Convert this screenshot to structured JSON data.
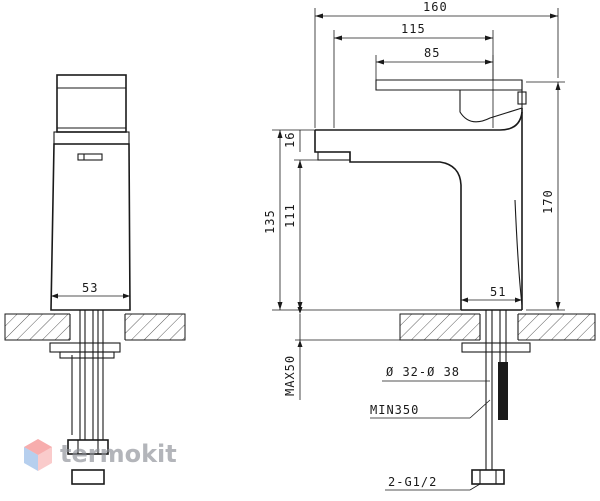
{
  "dimensions": {
    "overall_length": "160",
    "spout_length": "115",
    "handle_length": "85",
    "height": "170",
    "spout_height": "135",
    "body_height": "111",
    "spout_thickness": "16",
    "body_width": "53",
    "base_width": "51",
    "max_counter": "MAX50",
    "hole_diameter": "Ø 32-Ø 38",
    "hose_min": "MIN350",
    "thread": "2-G1/2"
  },
  "watermark": {
    "brand": "termokit",
    "logo_icon": "hexagon-cube-icon",
    "colors": {
      "red": "#f06a6a",
      "blue": "#7aa7e0",
      "text": "#8c8f96"
    }
  }
}
